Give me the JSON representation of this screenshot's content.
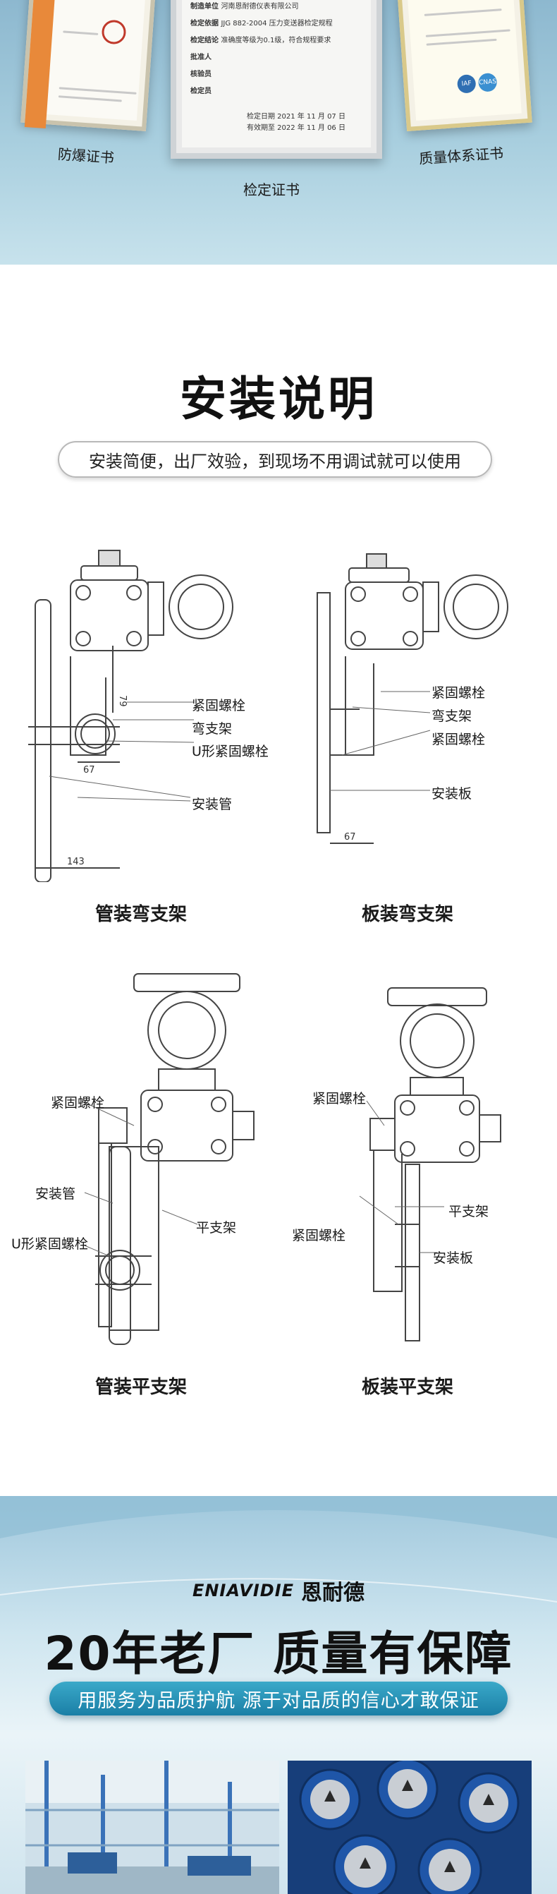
{
  "certificates": {
    "left_label": "防爆证书",
    "middle_label": "检定证书",
    "right_label": "质量体系证书",
    "middle_rows": [
      {
        "k": "制造单位",
        "v": "河南恩耐德仪表有限公司"
      },
      {
        "k": "检定依据",
        "v": "JJG 882-2004 压力变送器检定规程"
      },
      {
        "k": "检定结论",
        "v": "准确度等级为0.1级，符合规程要求"
      },
      {
        "k": "批准人",
        "v": ""
      },
      {
        "k": "核验员",
        "v": ""
      },
      {
        "k": "检定员",
        "v": ""
      }
    ],
    "middle_dates": [
      "检定日期  2021 年 11 月 07 日",
      "有效期至  2022 年 11 月 06 日"
    ]
  },
  "install": {
    "title": "安装说明",
    "subtitle": "安装简便，出厂效验，到现场不用调试就可以使用",
    "diagrams": [
      {
        "caption": "管装弯支架",
        "labels": [
          "紧固螺栓",
          "弯支架",
          "U形紧固螺栓",
          "安装管"
        ],
        "dims": [
          "79",
          "67",
          "143"
        ]
      },
      {
        "caption": "板装弯支架",
        "labels": [
          "紧固螺栓",
          "弯支架",
          "紧固螺栓",
          "安装板"
        ],
        "dims": [
          "67"
        ]
      },
      {
        "caption": "管装平支架",
        "labels": [
          "紧固螺栓",
          "安装管",
          "U形紧固螺栓",
          "平支架"
        ]
      },
      {
        "caption": "板装平支架",
        "labels": [
          "紧固螺栓",
          "平支架",
          "紧固螺栓",
          "安装板"
        ]
      }
    ]
  },
  "factory": {
    "brand_en": "ENIAVIDIE",
    "brand_cn": "恩耐德",
    "title": "20年老厂  质量有保障",
    "ribbon": "用服务为品质护航  源于对品质的信心才敢保证"
  },
  "colors": {
    "accent": "#1b7fa6",
    "band": "#a9cfdf"
  }
}
